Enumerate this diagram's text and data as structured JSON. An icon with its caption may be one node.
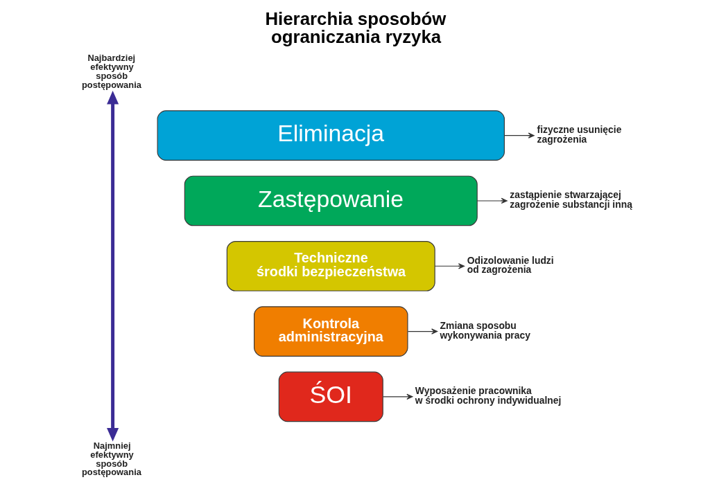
{
  "diagram": {
    "title": "Hierarchia sposobów ograniczania ryzyka",
    "nodes": [
      {
        "text": [
          "Najbardziej efektywny sposób postępowania"
        ]
      },
      {
        "text": [
          "Eliminacja"
        ]
      },
      {
        "text": [
          "fizyczne usunięcie zagrożenia"
        ]
      },
      {
        "text": [
          "Zastępowanie"
        ]
      },
      {
        "text": [
          "zastąpienie stwarzającej zagrożenie substancji inną"
        ]
      },
      {
        "text": [
          "Techniczne środki bezpieczeństwa"
        ]
      },
      {
        "text": [
          "Odizolowanie ludzi od zagrożenia"
        ]
      },
      {
        "text": [
          "Kontrola administracyjna"
        ]
      },
      {
        "text": [
          "Zmiana sposobu wykonywania pracy"
        ]
      },
      {
        "text": [
          "ŚOI"
        ]
      },
      {
        "text": [
          "Wyposażenie pracownika w środki ochrony indywidualnej"
        ]
      },
      {
        "text": [
          "Najmniej efektywny sposób postępowania"
        ]
      }
    ],
    "edges": [
      {
        "from": 0,
        "to": 11,
        "arrow": "both",
        "style": "thick",
        "color": "#3b2c95"
      },
      {
        "from": 1,
        "to": 2,
        "arrow": "to"
      },
      {
        "from": 3,
        "to": 4,
        "arrow": "to"
      },
      {
        "from": 5,
        "to": 6,
        "arrow": "to"
      },
      {
        "from": 7,
        "to": 8,
        "arrow": "to"
      },
      {
        "from": 9,
        "to": 10,
        "arrow": "to"
      }
    ]
  }
}
